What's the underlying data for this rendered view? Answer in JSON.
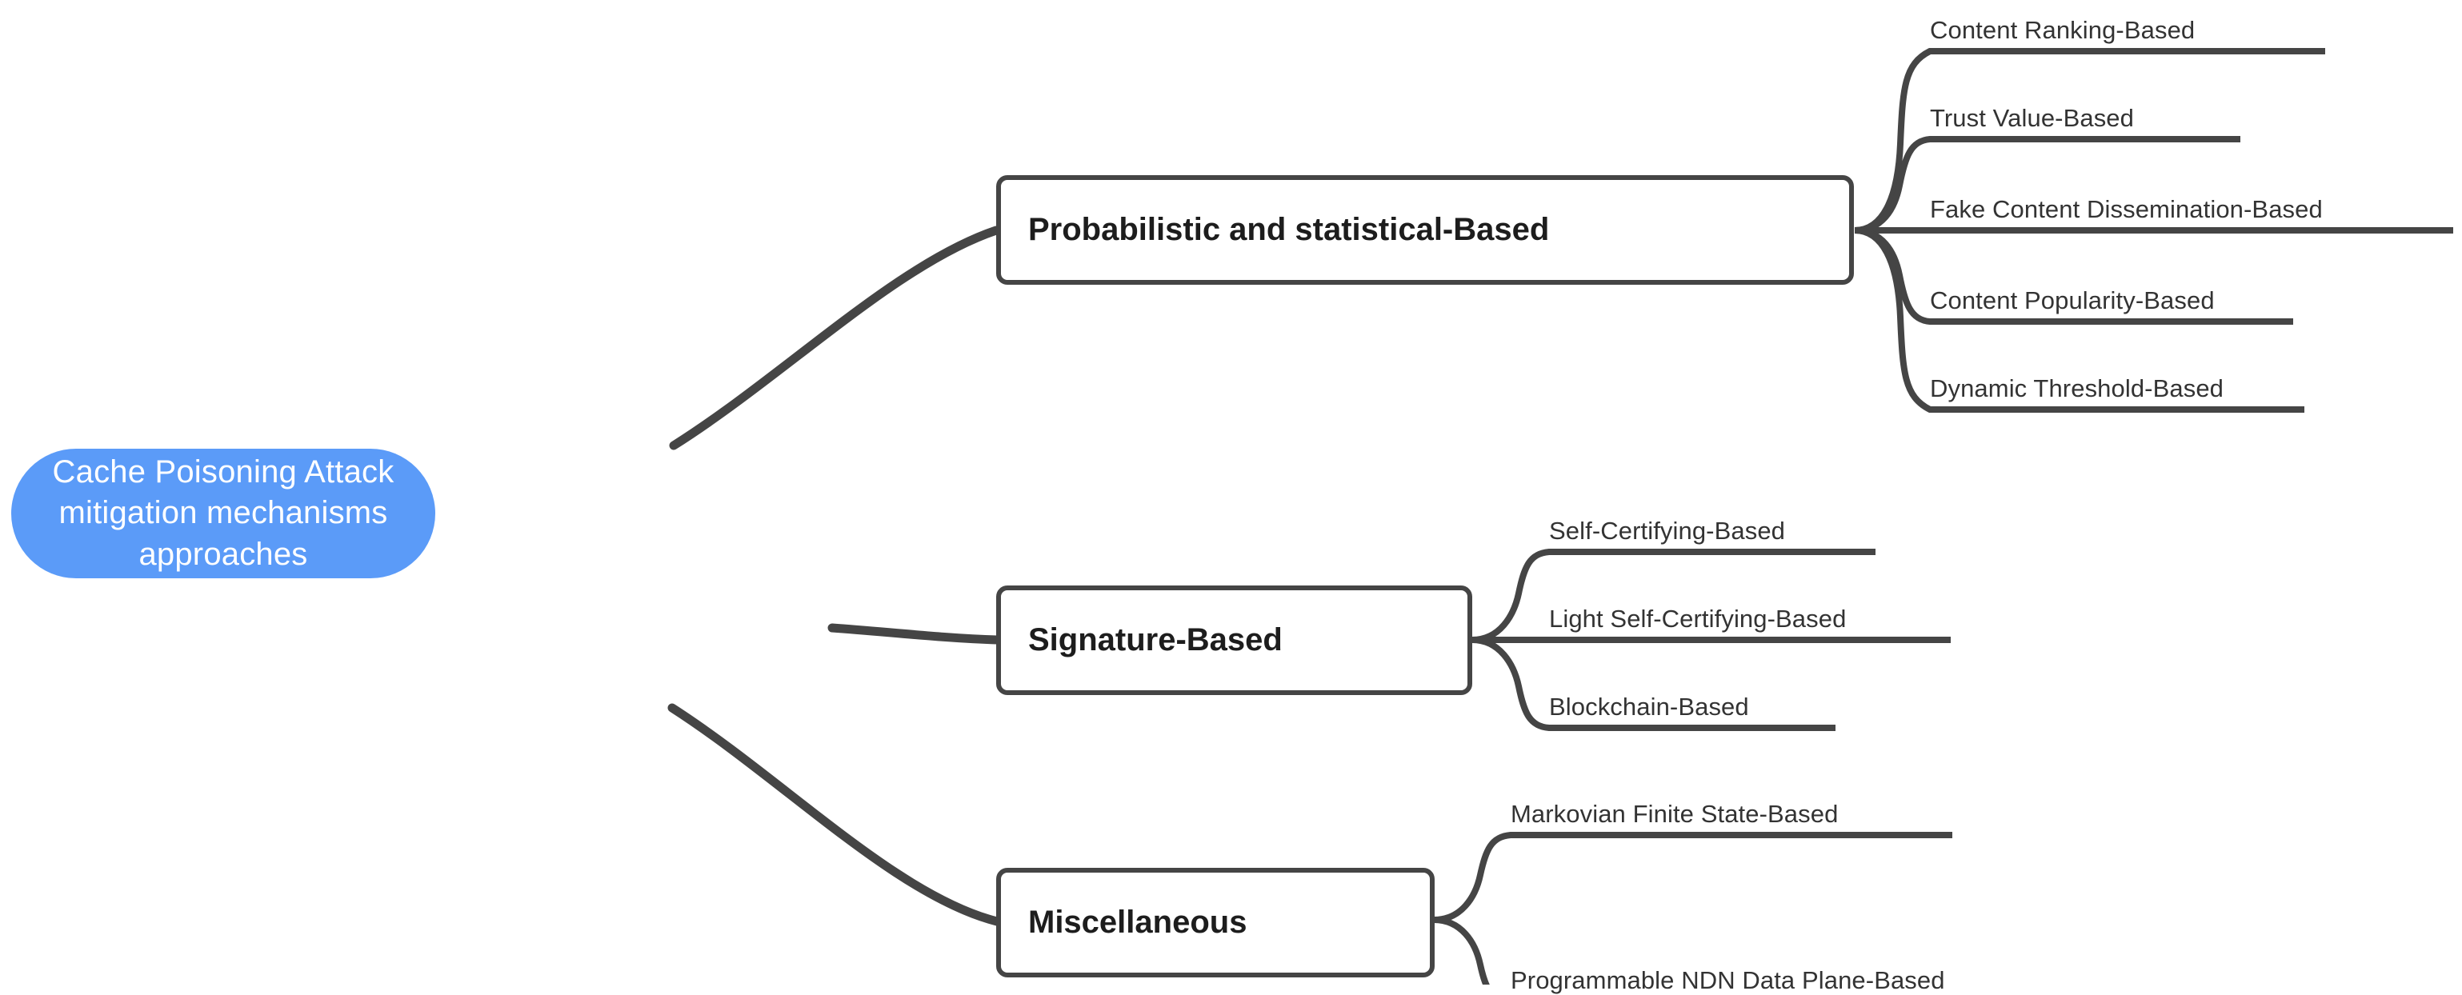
{
  "diagram": {
    "type": "mind-map",
    "title": "Cache Poisoning Attack mitigation mechanisms approaches",
    "colors": {
      "root_fill": "#5B9BF8",
      "root_text": "#FFFFFF",
      "stroke": "#454545",
      "node_fill": "#FFFFFF",
      "node_text": "#1D1D1D",
      "leaf_text": "#333333",
      "background": "#FFFFFF"
    },
    "root": {
      "line1": "Cache Poisoning Attack",
      "line2": "mitigation mechanisms",
      "line3": "approaches"
    },
    "branches": [
      {
        "label": "Probabilistic and statistical-Based",
        "leaves": [
          "Content Ranking-Based",
          "Trust Value-Based",
          "Fake Content Dissemination-Based",
          "Content Popularity-Based",
          "Dynamic Threshold-Based"
        ]
      },
      {
        "label": "Signature-Based",
        "leaves": [
          "Self-Certifying-Based",
          "Light Self-Certifying-Based",
          "Blockchain-Based"
        ]
      },
      {
        "label": "Miscellaneous",
        "leaves": [
          "Markovian Finite State-Based",
          "Programmable NDN Data Plane-Based"
        ]
      }
    ]
  }
}
